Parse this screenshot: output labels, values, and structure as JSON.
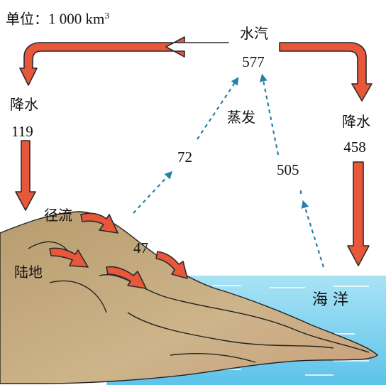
{
  "unit": {
    "prefix": "单位",
    "colon": "：",
    "value": "1 000 km",
    "exp": "3"
  },
  "vapor": {
    "label": "水汽",
    "value": "577"
  },
  "precip_land": {
    "label": "降水",
    "value": "119"
  },
  "precip_ocean": {
    "label": "降水",
    "value": "458"
  },
  "evaporation": {
    "label": "蒸发"
  },
  "evap_land_value": "72",
  "evap_ocean_value": "505",
  "runoff": {
    "label": "径流",
    "value": "47"
  },
  "land_label": "陆地",
  "ocean_label": "海 洋",
  "colors": {
    "arrow_fill": "#e8573a",
    "arrow_stroke": "#2b2b2b",
    "evap_arrow": "#2a7fa8",
    "land": "#c7ad7f",
    "ocean": "#79d0ee"
  }
}
